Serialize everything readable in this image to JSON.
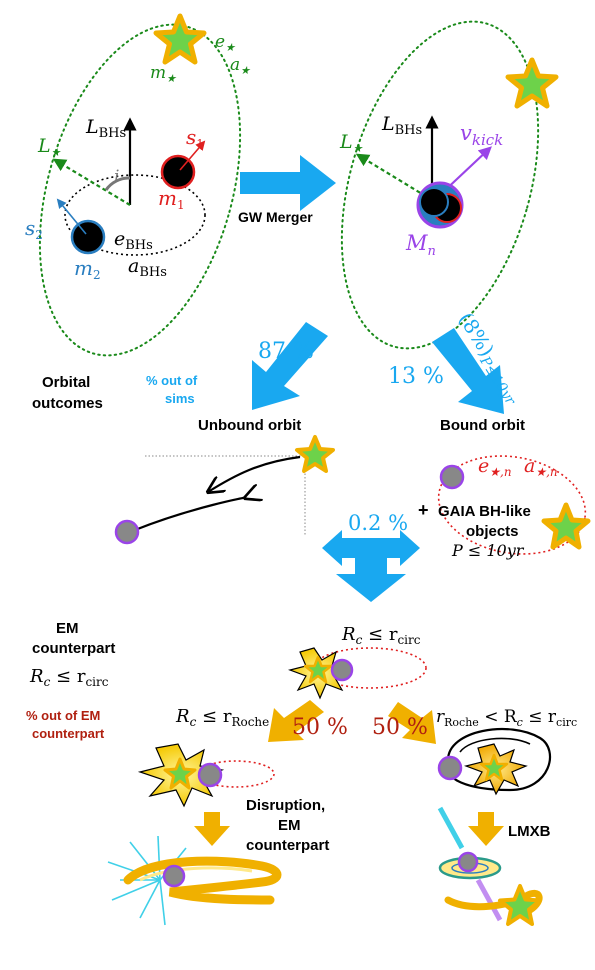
{
  "labels": {
    "m_star": "m",
    "e_star": "e",
    "a_star": "a",
    "star_sub": "★",
    "L_bhs": "L",
    "L_bhs_sub": "BHs",
    "L_star": "L",
    "i_angle": "i",
    "s1": "s",
    "s1_sub": "1",
    "m1": "m",
    "m1_sub": "1",
    "s2": "s",
    "s2_sub": "2",
    "m2": "m",
    "m2_sub": "2",
    "e_bhs": "e",
    "e_bhs_sub": "BHs",
    "a_bhs": "a",
    "a_bhs_sub": "BHs",
    "gw_merger": "GW Merger",
    "v_kick": "v",
    "v_kick_sub": "kick",
    "L_bhs_2": "L",
    "L_bhs_2_sub": "BHs",
    "L_star_2": "L",
    "M_n": "M",
    "M_n_sub": "n",
    "pct_87": "87 %",
    "pct_13": "13 %",
    "pct_8": "(8%)",
    "pct_8_cond": "P≤10yr",
    "orbital_outcomes_1": "Orbital",
    "orbital_outcomes_2": "outcomes",
    "pct_out_sims_1": "% out of",
    "pct_out_sims_2": "sims",
    "unbound_orbit": "Unbound orbit",
    "bound_orbit": "Bound orbit",
    "e_star_n": "e",
    "e_star_n_sub": "★,n",
    "a_star_n": "a",
    "a_star_n_sub": "★,n",
    "gaia_plus": "+",
    "gaia_1": "GAIA BH-like",
    "gaia_2": "objects",
    "p_cond": "P ≤ 10yr",
    "pct_02": "0.2 %",
    "em_counterpart_1": "EM",
    "em_counterpart_2": "counterpart",
    "rc_rcirc_left": "R",
    "rc_rcirc_left_sub": "c",
    "rc_rcirc_left_rel": " ≤ r",
    "rc_rcirc_left_relsub": "circ",
    "pct_out_em_1": "% out of EM",
    "pct_out_em_2": "counterpart",
    "rc_rcirc_top": "R",
    "rc_rcirc_top_sub": "c",
    "rc_rcirc_top_rel": " ≤ r",
    "rc_rcirc_top_relsub": "circ",
    "rc_roche_left": "R",
    "rc_roche_left_sub": "c",
    "rc_roche_left_rel": " ≤ r",
    "rc_roche_left_relsub": "Roche",
    "pct_50_left": "50 %",
    "pct_50_right": "50 %",
    "rc_roche_right_a": "r",
    "rc_roche_right_a_sub": "Roche",
    "rc_roche_right_b": " < R",
    "rc_roche_right_b_sub": "c",
    "rc_roche_right_c": " ≤ r",
    "rc_roche_right_c_sub": "circ",
    "disruption_1": "Disruption,",
    "disruption_2": "EM",
    "disruption_3": "counterpart",
    "lmxb": "LMXB"
  },
  "colors": {
    "green": "#1a8a1a",
    "blue_arrow": "#19a8f0",
    "red": "#e02020",
    "purple": "#9a44e8",
    "orange": "#f0b000",
    "dark_red": "#b02010",
    "s2_blue": "#2a7ec0"
  }
}
